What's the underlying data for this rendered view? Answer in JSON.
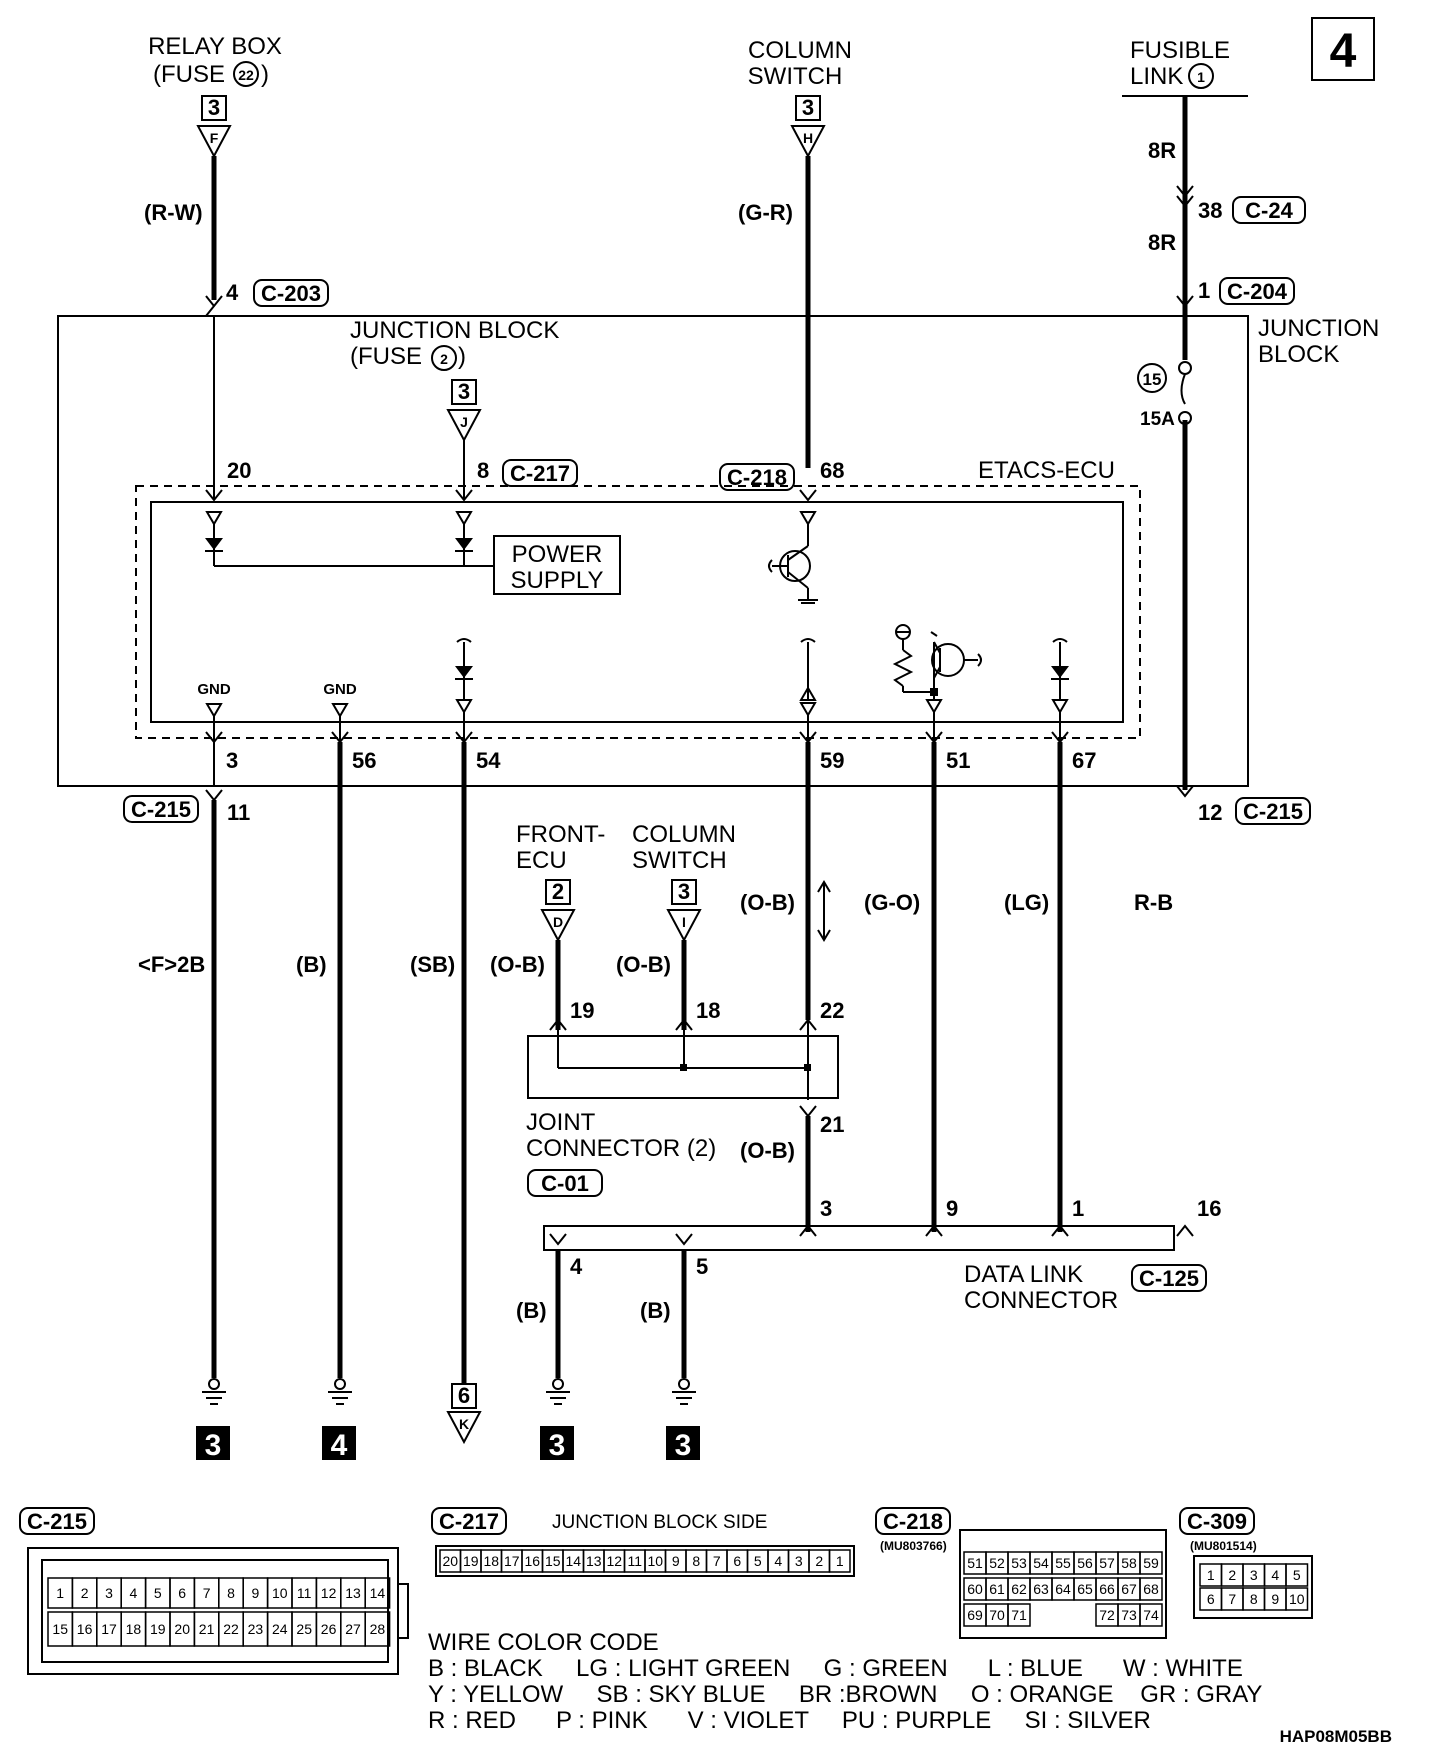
{
  "page_number": "4",
  "sources": {
    "relay_box": {
      "line1": "RELAY BOX",
      "line2": "(FUSE",
      "fuse": "22",
      "close": ")",
      "page": "3",
      "ref": "F",
      "wire": "(R-W)"
    },
    "column_switch_top": {
      "line1": "COLUMN",
      "line2": "SWITCH",
      "page": "3",
      "ref": "H",
      "wire": "(G-R)"
    },
    "fusible_link": {
      "line1": "FUSIBLE",
      "line2": "LINK",
      "num": "1",
      "wire_a": "8R",
      "wire_b": "8R",
      "pin": "38",
      "connector": "C-24"
    }
  },
  "junction_block": {
    "label_right_1": "JUNCTION",
    "label_right_2": "BLOCK",
    "inner_1": "JUNCTION BLOCK",
    "inner_2": "(FUSE",
    "inner_fuse": "2",
    "inner_close": ")",
    "inner_page": "3",
    "inner_ref": "J",
    "fuse_num": "15",
    "fuse_rating": "15A",
    "conn_c203_pin": "4",
    "conn_c203": "C-203",
    "conn_c204_pin": "1",
    "conn_c204": "C-204"
  },
  "ecu": {
    "title": "ETACS-ECU",
    "power_supply_1": "POWER",
    "power_supply_2": "SUPPLY",
    "conn_c217": "C-217",
    "conn_c218": "C-218",
    "gnd_a": "GND",
    "gnd_b": "GND",
    "pin_20": "20",
    "pin_8": "8",
    "pin_68": "68",
    "pin_3": "3",
    "pin_56": "56",
    "pin_54": "54",
    "pin_59": "59",
    "pin_51": "51",
    "pin_67": "67"
  },
  "c215": {
    "left_conn": "C-215",
    "left_pin": "11",
    "right_pin": "12",
    "right_conn": "C-215"
  },
  "wires": {
    "w1": "<F>2B",
    "w2": "(B)",
    "w3": "(SB)",
    "w4": "(O-B)",
    "w5": "(O-B)",
    "w6": "(O-B)",
    "w7": "(G-O)",
    "w8": "(LG)",
    "w9": "R-B",
    "w10": "(O-B)",
    "w11": "(B)",
    "w12": "(B)"
  },
  "joint_connector": {
    "front_ecu_1": "FRONT-",
    "front_ecu_2": "ECU",
    "front_page": "2",
    "front_ref": "D",
    "col_sw_1": "COLUMN",
    "col_sw_2": "SWITCH",
    "col_page": "3",
    "col_ref": "I",
    "pin_19": "19",
    "pin_18": "18",
    "pin_22": "22",
    "pin_21": "21",
    "label_1": "JOINT",
    "label_2": "CONNECTOR (2)",
    "conn": "C-01"
  },
  "data_link": {
    "label_1": "DATA LINK",
    "label_2": "CONNECTOR",
    "conn": "C-125",
    "pin_3": "3",
    "pin_9": "9",
    "pin_1": "1",
    "pin_16": "16",
    "pin_4": "4",
    "pin_5": "5"
  },
  "grounds": {
    "g1": "3",
    "g2": "4",
    "g4": "3",
    "g5": "3",
    "out_page": "6",
    "out_ref": "K"
  },
  "connector_views": {
    "c215_title": "C-215",
    "c215_row1": [
      "1",
      "2",
      "3",
      "4",
      "5",
      "6",
      "7",
      "8",
      "9",
      "10",
      "11",
      "12",
      "13",
      "14"
    ],
    "c215_row2": [
      "15",
      "16",
      "17",
      "18",
      "19",
      "20",
      "21",
      "22",
      "23",
      "24",
      "25",
      "26",
      "27",
      "28"
    ],
    "c217_title": "C-217",
    "c217_side": "JUNCTION BLOCK SIDE",
    "c217_pins": [
      "20",
      "19",
      "18",
      "17",
      "16",
      "15",
      "14",
      "13",
      "12",
      "11",
      "10",
      "9",
      "8",
      "7",
      "6",
      "5",
      "4",
      "3",
      "2",
      "1"
    ],
    "c218_title": "C-218",
    "c218_part": "(MU803766)",
    "c218_row1": [
      "51",
      "52",
      "53",
      "54",
      "55",
      "56",
      "57",
      "58",
      "59"
    ],
    "c218_row2": [
      "60",
      "61",
      "62",
      "63",
      "64",
      "65",
      "66",
      "67",
      "68"
    ],
    "c218_row3": [
      "69",
      "70",
      "71",
      "",
      "",
      "",
      "72",
      "73",
      "74"
    ],
    "c309_title": "C-309",
    "c309_part": "(MU801514)",
    "c309_row1": [
      "1",
      "2",
      "3",
      "4",
      "5"
    ],
    "c309_row2": [
      "6",
      "7",
      "8",
      "9",
      "10"
    ]
  },
  "color_code": {
    "title": "WIRE COLOR CODE",
    "line1": "B : BLACK     LG : LIGHT GREEN     G : GREEN      L : BLUE      W : WHITE",
    "line2": "Y : YELLOW     SB : SKY BLUE     BR :BROWN     O : ORANGE    GR : GRAY",
    "line3": "R : RED      P : PINK      V : VIOLET     PU : PURPLE     SI : SILVER"
  },
  "figure_code": "HAP08M05BB"
}
